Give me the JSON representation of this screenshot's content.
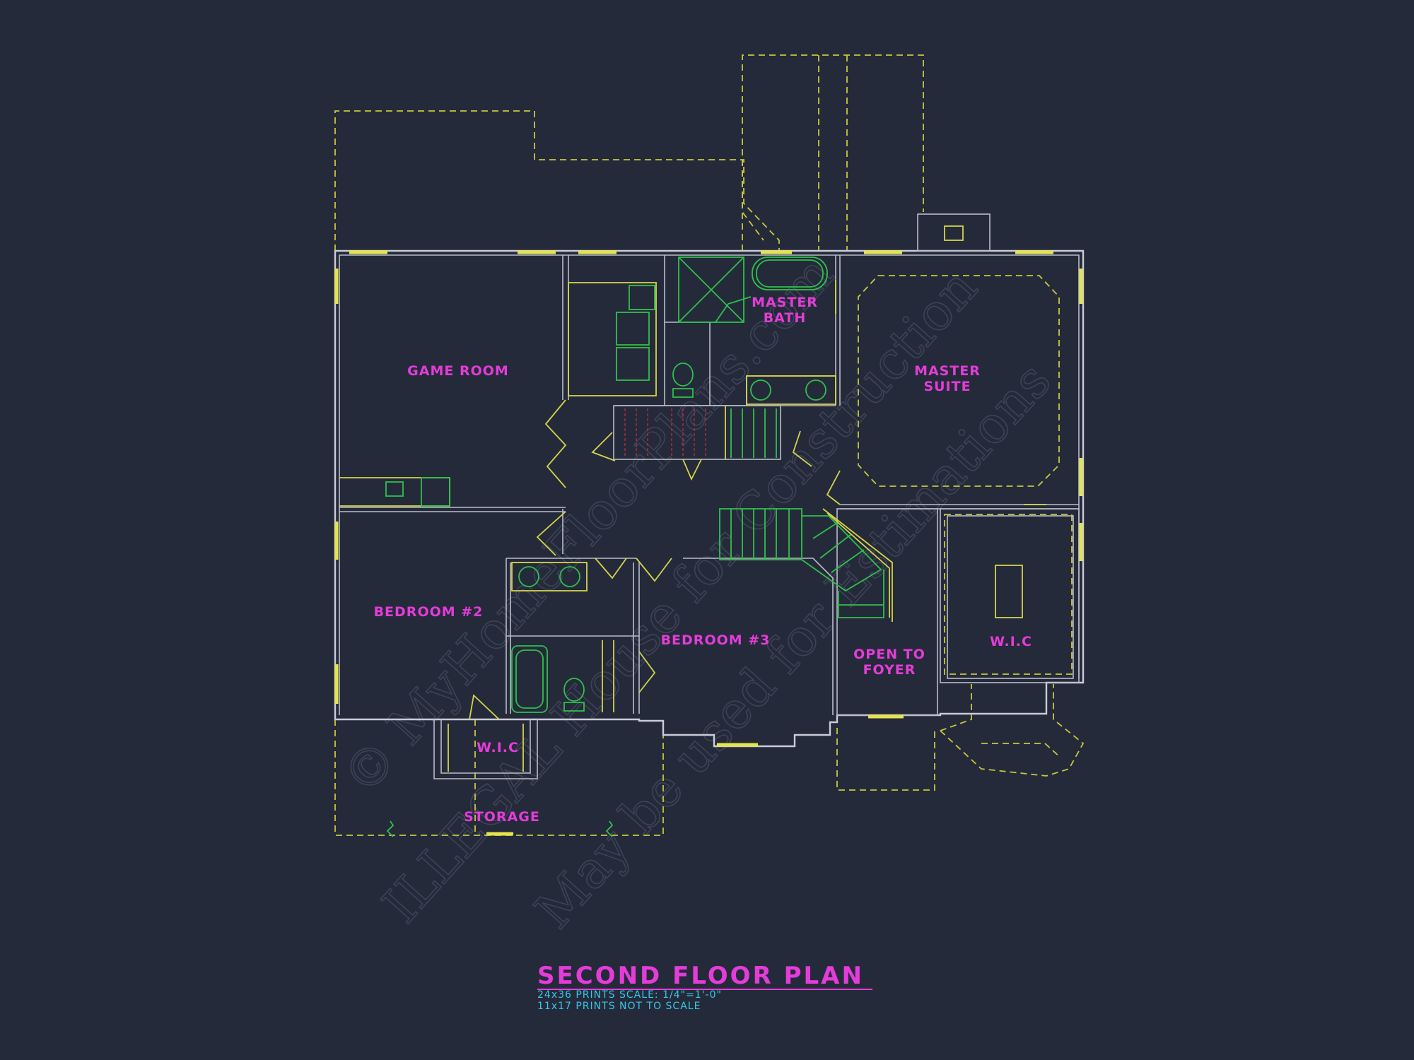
{
  "plan": {
    "title": "SECOND FLOOR PLAN",
    "scale_note": "24x36 PRINTS SCALE: 1/4\"=1'-0\"",
    "print_note": "11x17 PRINTS NOT TO SCALE"
  },
  "rooms": {
    "game_room": "GAME ROOM",
    "master_bath_1": "MASTER",
    "master_bath_2": "BATH",
    "master_suite_1": "MASTER",
    "master_suite_2": "SUITE",
    "bedroom_2": "BEDROOM #2",
    "bedroom_3": "BEDROOM #3",
    "open_foyer_1": "OPEN TO",
    "open_foyer_2": "FOYER",
    "wic_right": "W.I.C",
    "wic_left": "W.I.C",
    "storage": "STORAGE"
  },
  "watermark": {
    "line1": "© MyHomeFloorPlans.com",
    "line2": "ILLEGAL House for Construction",
    "line3": "May be used for Estimations"
  },
  "colors": {
    "background": "#252a3b",
    "walls": "#c9ccd6",
    "labels": "#e43cd8",
    "notes": "#36c8e8",
    "fixtures": "#2fc04a",
    "dashed_outline": "#c8c83a"
  }
}
